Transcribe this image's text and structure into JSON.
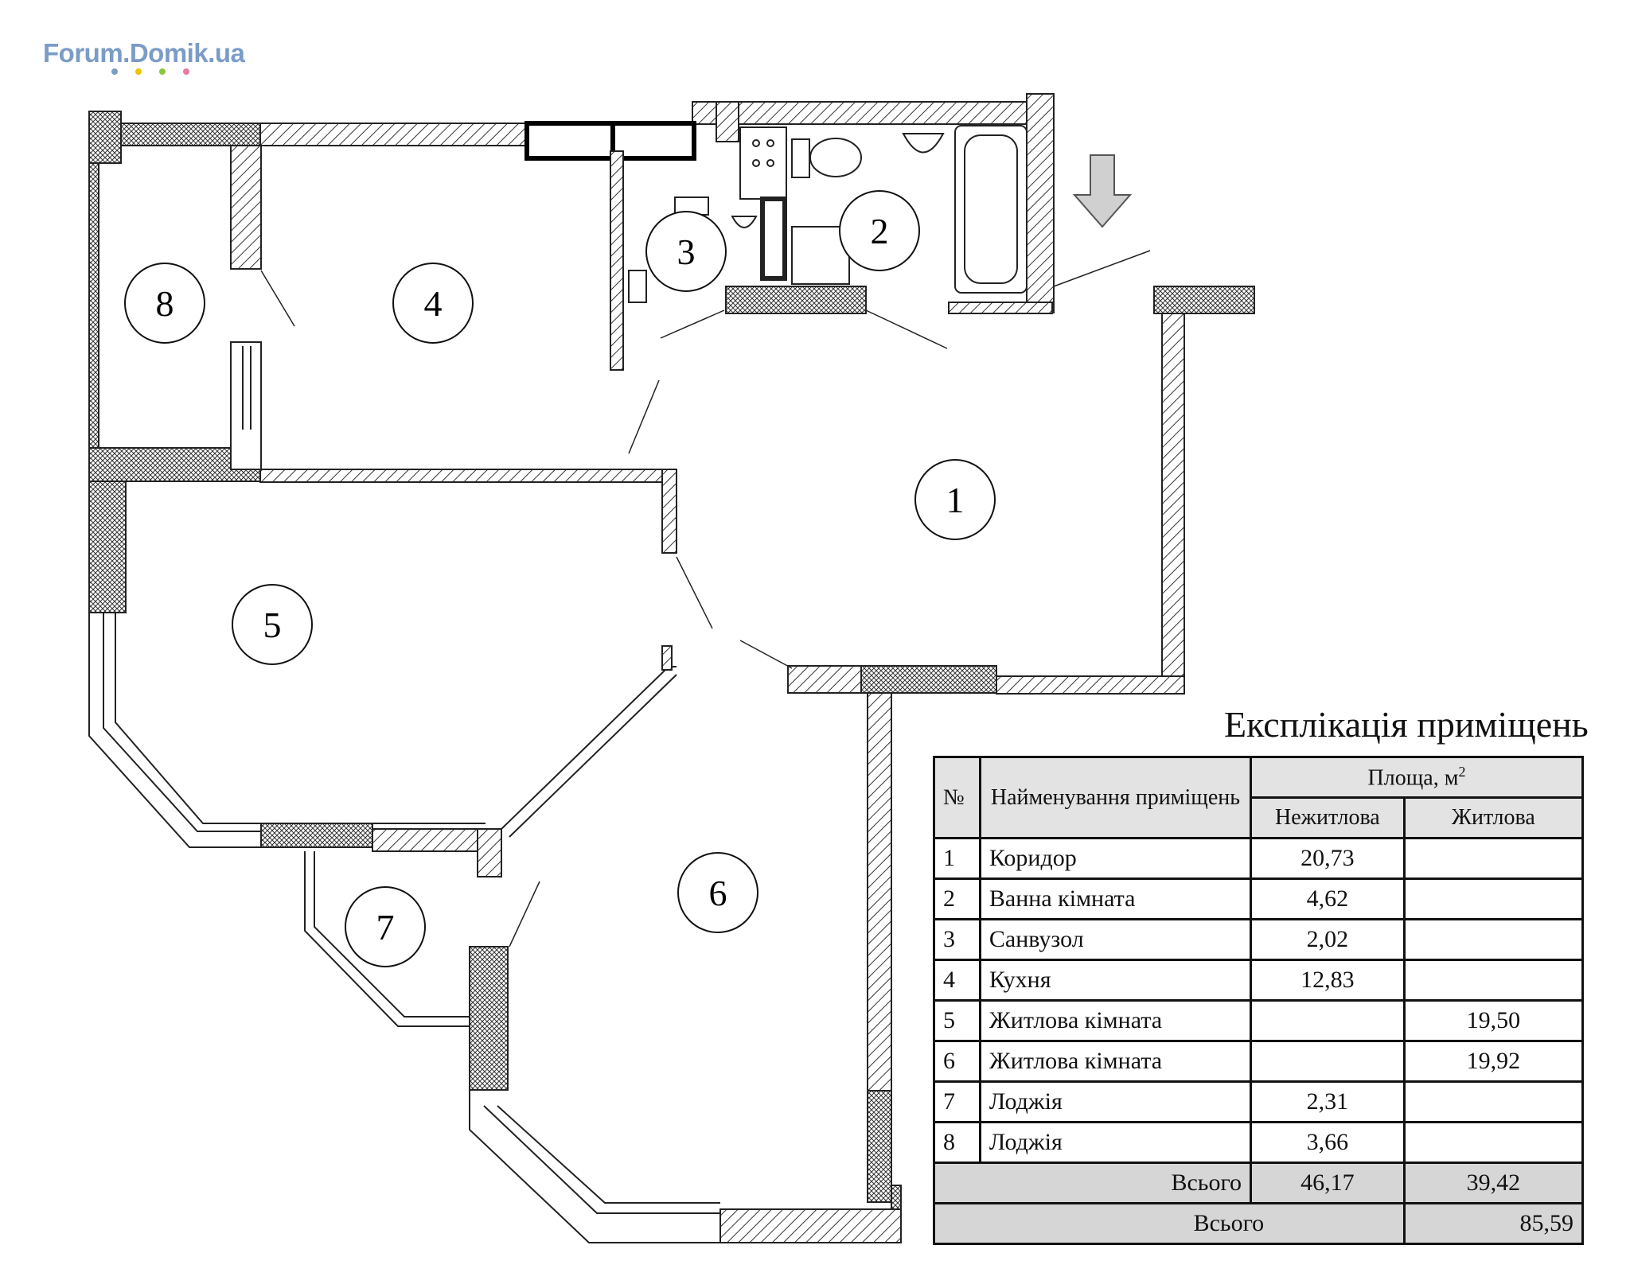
{
  "logo": {
    "text": "Forum.Domik.ua",
    "dot_colors": [
      "#7a9cc6",
      "#f2c200",
      "#8cc63f",
      "#e87a9c"
    ]
  },
  "plan": {
    "rooms": [
      {
        "label": "1"
      },
      {
        "label": "2"
      },
      {
        "label": "3"
      },
      {
        "label": "4"
      },
      {
        "label": "5"
      },
      {
        "label": "6"
      },
      {
        "label": "7"
      },
      {
        "label": "8"
      }
    ],
    "entrance_arrow_icon": "arrow-down-icon"
  },
  "explication": {
    "title": "Експлікація приміщень",
    "headers": {
      "number": "№",
      "name": "Найменування приміщень",
      "area": "Площа, м",
      "area_sup": "2",
      "non_residential": "Нежитлова",
      "residential": "Житлова"
    },
    "rows": [
      {
        "num": "1",
        "name": "Коридор",
        "non_res": "20,73",
        "res": ""
      },
      {
        "num": "2",
        "name": "Ванна кімната",
        "non_res": "4,62",
        "res": ""
      },
      {
        "num": "3",
        "name": "Санвузол",
        "non_res": "2,02",
        "res": ""
      },
      {
        "num": "4",
        "name": "Кухня",
        "non_res": "12,83",
        "res": ""
      },
      {
        "num": "5",
        "name": "Житлова кімната",
        "non_res": "",
        "res": "19,50"
      },
      {
        "num": "6",
        "name": "Житлова кімната",
        "non_res": "",
        "res": "19,92"
      },
      {
        "num": "7",
        "name": "Лоджія",
        "non_res": "2,31",
        "res": ""
      },
      {
        "num": "8",
        "name": "Лоджія",
        "non_res": "3,66",
        "res": ""
      }
    ],
    "subtotal": {
      "label": "Всього",
      "non_res": "46,17",
      "res": "39,42"
    },
    "total": {
      "label": "Всього",
      "value": "85,59"
    }
  }
}
